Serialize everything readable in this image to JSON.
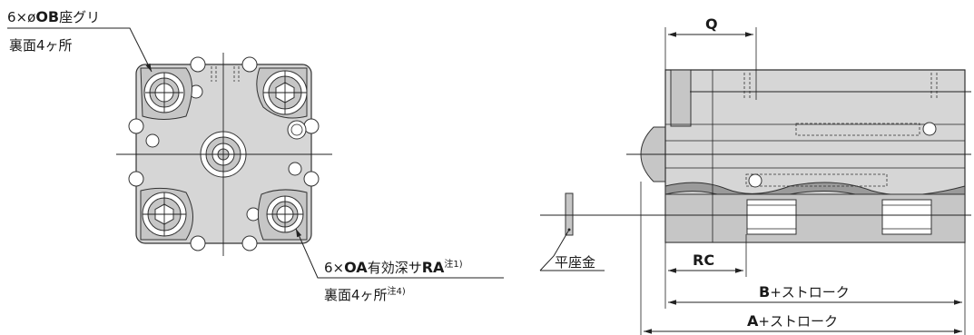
{
  "labels": {
    "ob_count": "6×",
    "ob_phi": "ø",
    "ob_code": "OB",
    "ob_text": "座グリ",
    "ob_sub": "裏面4ヶ所",
    "oa_count": "6×",
    "oa_code": "OA",
    "oa_text": "有効深サ",
    "oa_depth": "RA",
    "oa_note": "注1)",
    "oa_sub": "裏面4ヶ所",
    "oa_sub_note": "注4)",
    "washer": "平座金",
    "dim_q": "Q",
    "dim_rc": "RC",
    "dim_b": "B",
    "dim_b_suffix": "+ストローク",
    "dim_a": "A",
    "dim_a_suffix": "+ストローク"
  }
}
